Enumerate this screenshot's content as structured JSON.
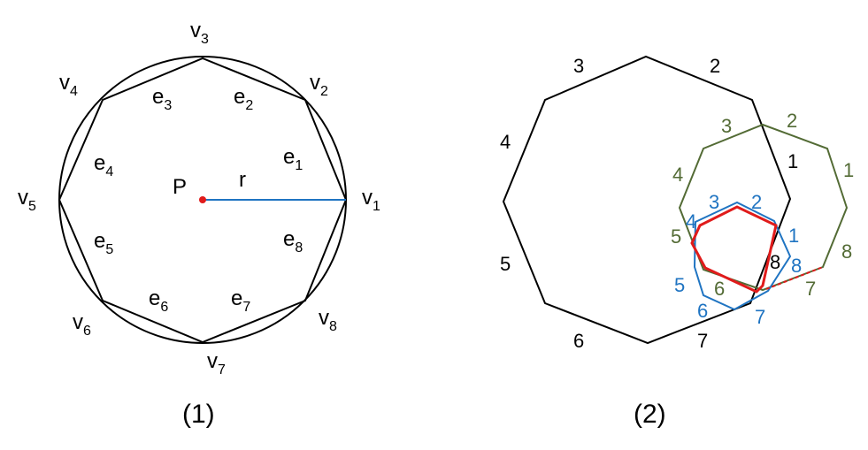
{
  "figure1": {
    "caption": "(1)",
    "center_label": "P",
    "radius_label": "r",
    "vertices": [
      {
        "base": "v",
        "sub": "1"
      },
      {
        "base": "v",
        "sub": "2"
      },
      {
        "base": "v",
        "sub": "3"
      },
      {
        "base": "v",
        "sub": "4"
      },
      {
        "base": "v",
        "sub": "5"
      },
      {
        "base": "v",
        "sub": "6"
      },
      {
        "base": "v",
        "sub": "7"
      },
      {
        "base": "v",
        "sub": "8"
      }
    ],
    "edges": [
      {
        "base": "e",
        "sub": "1"
      },
      {
        "base": "e",
        "sub": "2"
      },
      {
        "base": "e",
        "sub": "3"
      },
      {
        "base": "e",
        "sub": "4"
      },
      {
        "base": "e",
        "sub": "5"
      },
      {
        "base": "e",
        "sub": "6"
      },
      {
        "base": "e",
        "sub": "7"
      },
      {
        "base": "e",
        "sub": "8"
      }
    ]
  },
  "figure2": {
    "caption": "(2)",
    "black_labels": [
      "1",
      "2",
      "3",
      "4",
      "5",
      "6",
      "7",
      "8"
    ],
    "green_labels": [
      "1",
      "2",
      "3",
      "4",
      "5",
      "6",
      "7",
      "8"
    ],
    "blue_labels": [
      "1",
      "2",
      "3",
      "4",
      "5",
      "6",
      "7",
      "8"
    ]
  },
  "colors": {
    "black": "#000000",
    "green": "#536b35",
    "blue": "#1f74c2",
    "red": "#e01b1b",
    "radius_line": "#1f74c2",
    "center_dot": "#e01b1b"
  }
}
